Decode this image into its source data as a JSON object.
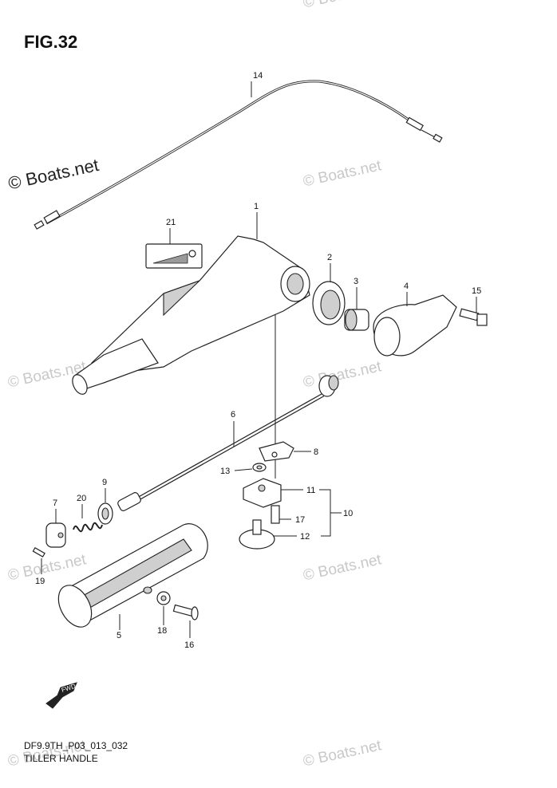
{
  "figure": {
    "title": "FIG.32",
    "code": "DF9.9TH_P03_013_032",
    "name": "TILLER HANDLE"
  },
  "watermark": {
    "main": "© Boats.net",
    "faint": "© Boats.net"
  },
  "callouts": [
    "1",
    "2",
    "3",
    "4",
    "5",
    "6",
    "7",
    "8",
    "9",
    "10",
    "11",
    "12",
    "13",
    "14",
    "15",
    "16",
    "17",
    "18",
    "19",
    "20",
    "21"
  ],
  "fwd_label": "FWD",
  "colors": {
    "line": "#222222",
    "fill_light": "#ffffff",
    "fill_shade": "#cfcfcf",
    "watermark": "#c8c8c8"
  }
}
